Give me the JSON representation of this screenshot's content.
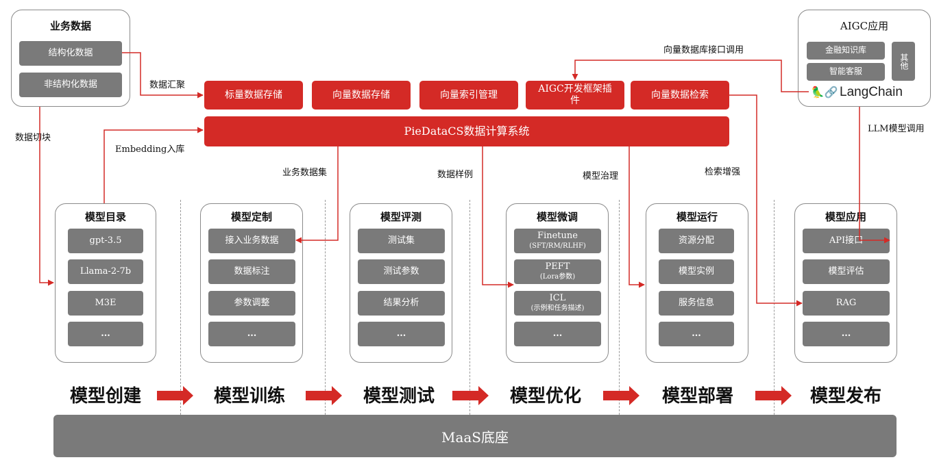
{
  "business_data": {
    "title": "业务数据",
    "items": [
      "结构化数据",
      "非结构化数据"
    ]
  },
  "aigc_app": {
    "title": "AIGC应用",
    "items": [
      "金融知识库",
      "智能客服"
    ],
    "other": "其他",
    "logo_text": "LangChain"
  },
  "storage_row": [
    "标量数据存储",
    "向量数据存储",
    "向量索引管理",
    "AIGC开发框架插件",
    "向量数据检索"
  ],
  "compute_system": "PieDataCS数据计算系统",
  "labels": {
    "data_gather": "数据汇聚",
    "data_chunk": "数据切块",
    "embedding": "Embedding入库",
    "biz_dataset": "业务数据集",
    "data_sample": "数据样例",
    "governance": "模型治理",
    "retrieval_enhance": "检索增强",
    "vector_api_call": "向量数据库接口调用",
    "llm_call": "LLM模型调用"
  },
  "modules": [
    {
      "title": "模型目录",
      "items": [
        {
          "t": "gpt-3.5"
        },
        {
          "t": "Llama-2-7b"
        },
        {
          "t": "M3E"
        },
        {
          "t": "..."
        }
      ]
    },
    {
      "title": "模型定制",
      "items": [
        {
          "t": "接入业务数据"
        },
        {
          "t": "数据标注"
        },
        {
          "t": "参数调整"
        },
        {
          "t": "..."
        }
      ]
    },
    {
      "title": "模型评测",
      "items": [
        {
          "t": "测试集"
        },
        {
          "t": "测试参数"
        },
        {
          "t": "结果分析"
        },
        {
          "t": "..."
        }
      ]
    },
    {
      "title": "模型微调",
      "items": [
        {
          "t": "Finetune",
          "s": "(SFT/RM/RLHF)"
        },
        {
          "t": "PEFT",
          "s": "(Lora参数)"
        },
        {
          "t": "ICL",
          "s": "(示例和任务描述)"
        },
        {
          "t": "..."
        }
      ]
    },
    {
      "title": "模型运行",
      "items": [
        {
          "t": "资源分配"
        },
        {
          "t": "模型实例"
        },
        {
          "t": "服务信息"
        },
        {
          "t": "..."
        }
      ]
    },
    {
      "title": "模型应用",
      "items": [
        {
          "t": "API接口"
        },
        {
          "t": "模型评估"
        },
        {
          "t": "RAG"
        },
        {
          "t": "..."
        }
      ]
    }
  ],
  "stages": [
    "模型创建",
    "模型训练",
    "模型测试",
    "模型优化",
    "模型部署",
    "模型发布"
  ],
  "base": "MaaS底座",
  "colors": {
    "accent": "#d42a26",
    "box_gray": "#7a7a7a"
  }
}
